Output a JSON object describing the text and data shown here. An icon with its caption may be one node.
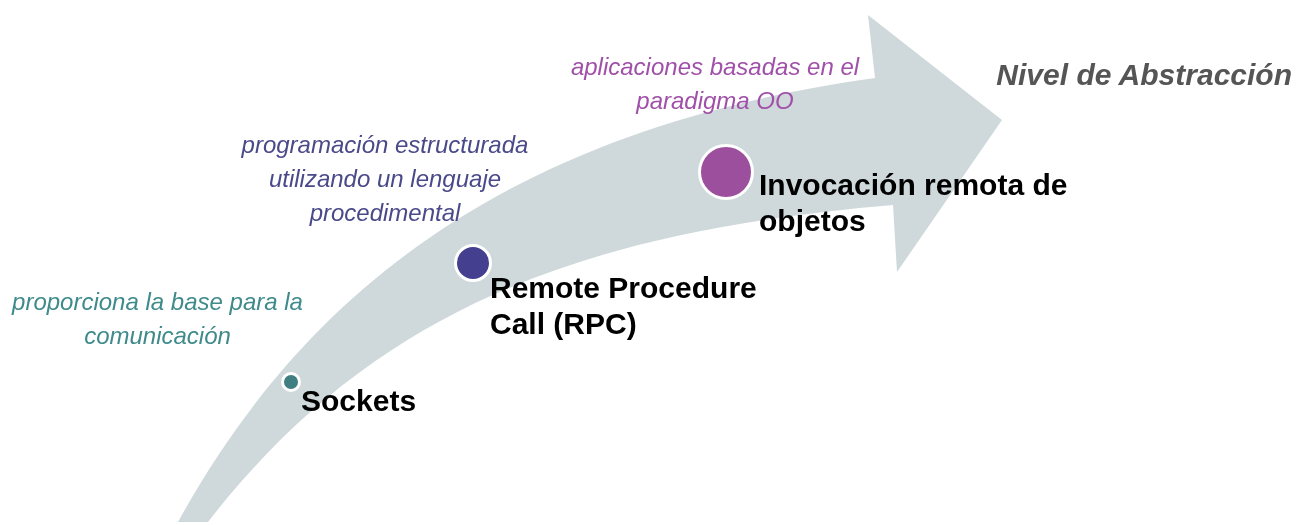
{
  "diagram": {
    "nodes": [
      {
        "text": [
          "Sockets"
        ],
        "beside": [
          "proporciona la base para la comunicación"
        ]
      },
      {
        "text": [
          "Remote Procedure Call (RPC)"
        ],
        "beside": [
          "programación estructurada utilizando un lenguaje procedimental"
        ]
      },
      {
        "text": [
          "Invocación remota de objetos"
        ],
        "beside": [
          "aplicaciones basadas en el paradigma OO"
        ]
      }
    ],
    "labels": [
      "Nivel de Abstracción"
    ]
  }
}
